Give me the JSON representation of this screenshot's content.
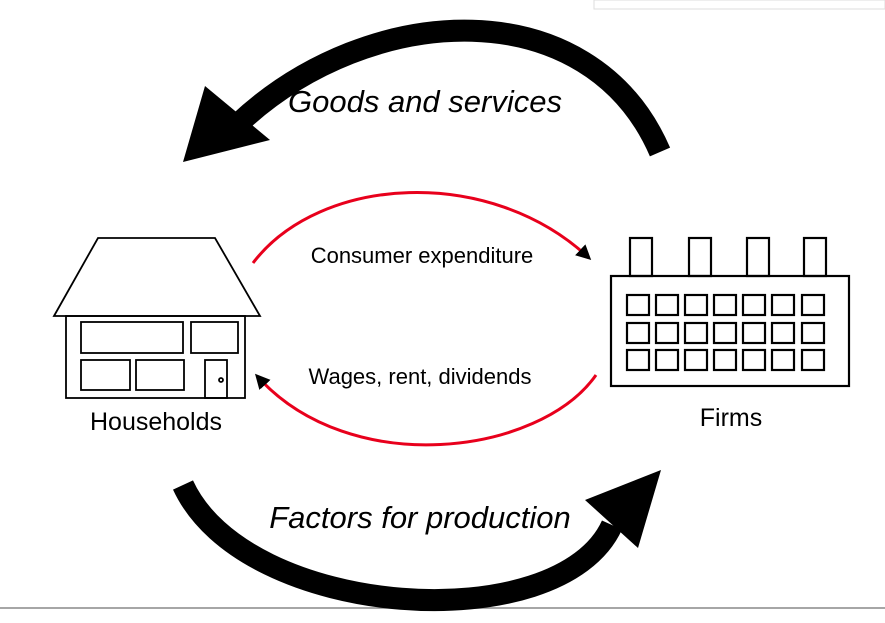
{
  "nodes": {
    "households": "Households",
    "firms": "Firms"
  },
  "flows": {
    "goods_and_services": "Goods and services",
    "consumer_expenditure": "Consumer expenditure",
    "wages_rent_dividends": "Wages, rent, dividends",
    "factors_for_production": "Factors for production"
  },
  "colors": {
    "real_flow_arrow": "#000000",
    "money_flow_arrow": "#e8001c",
    "outline": "#000000",
    "background": "#ffffff"
  }
}
